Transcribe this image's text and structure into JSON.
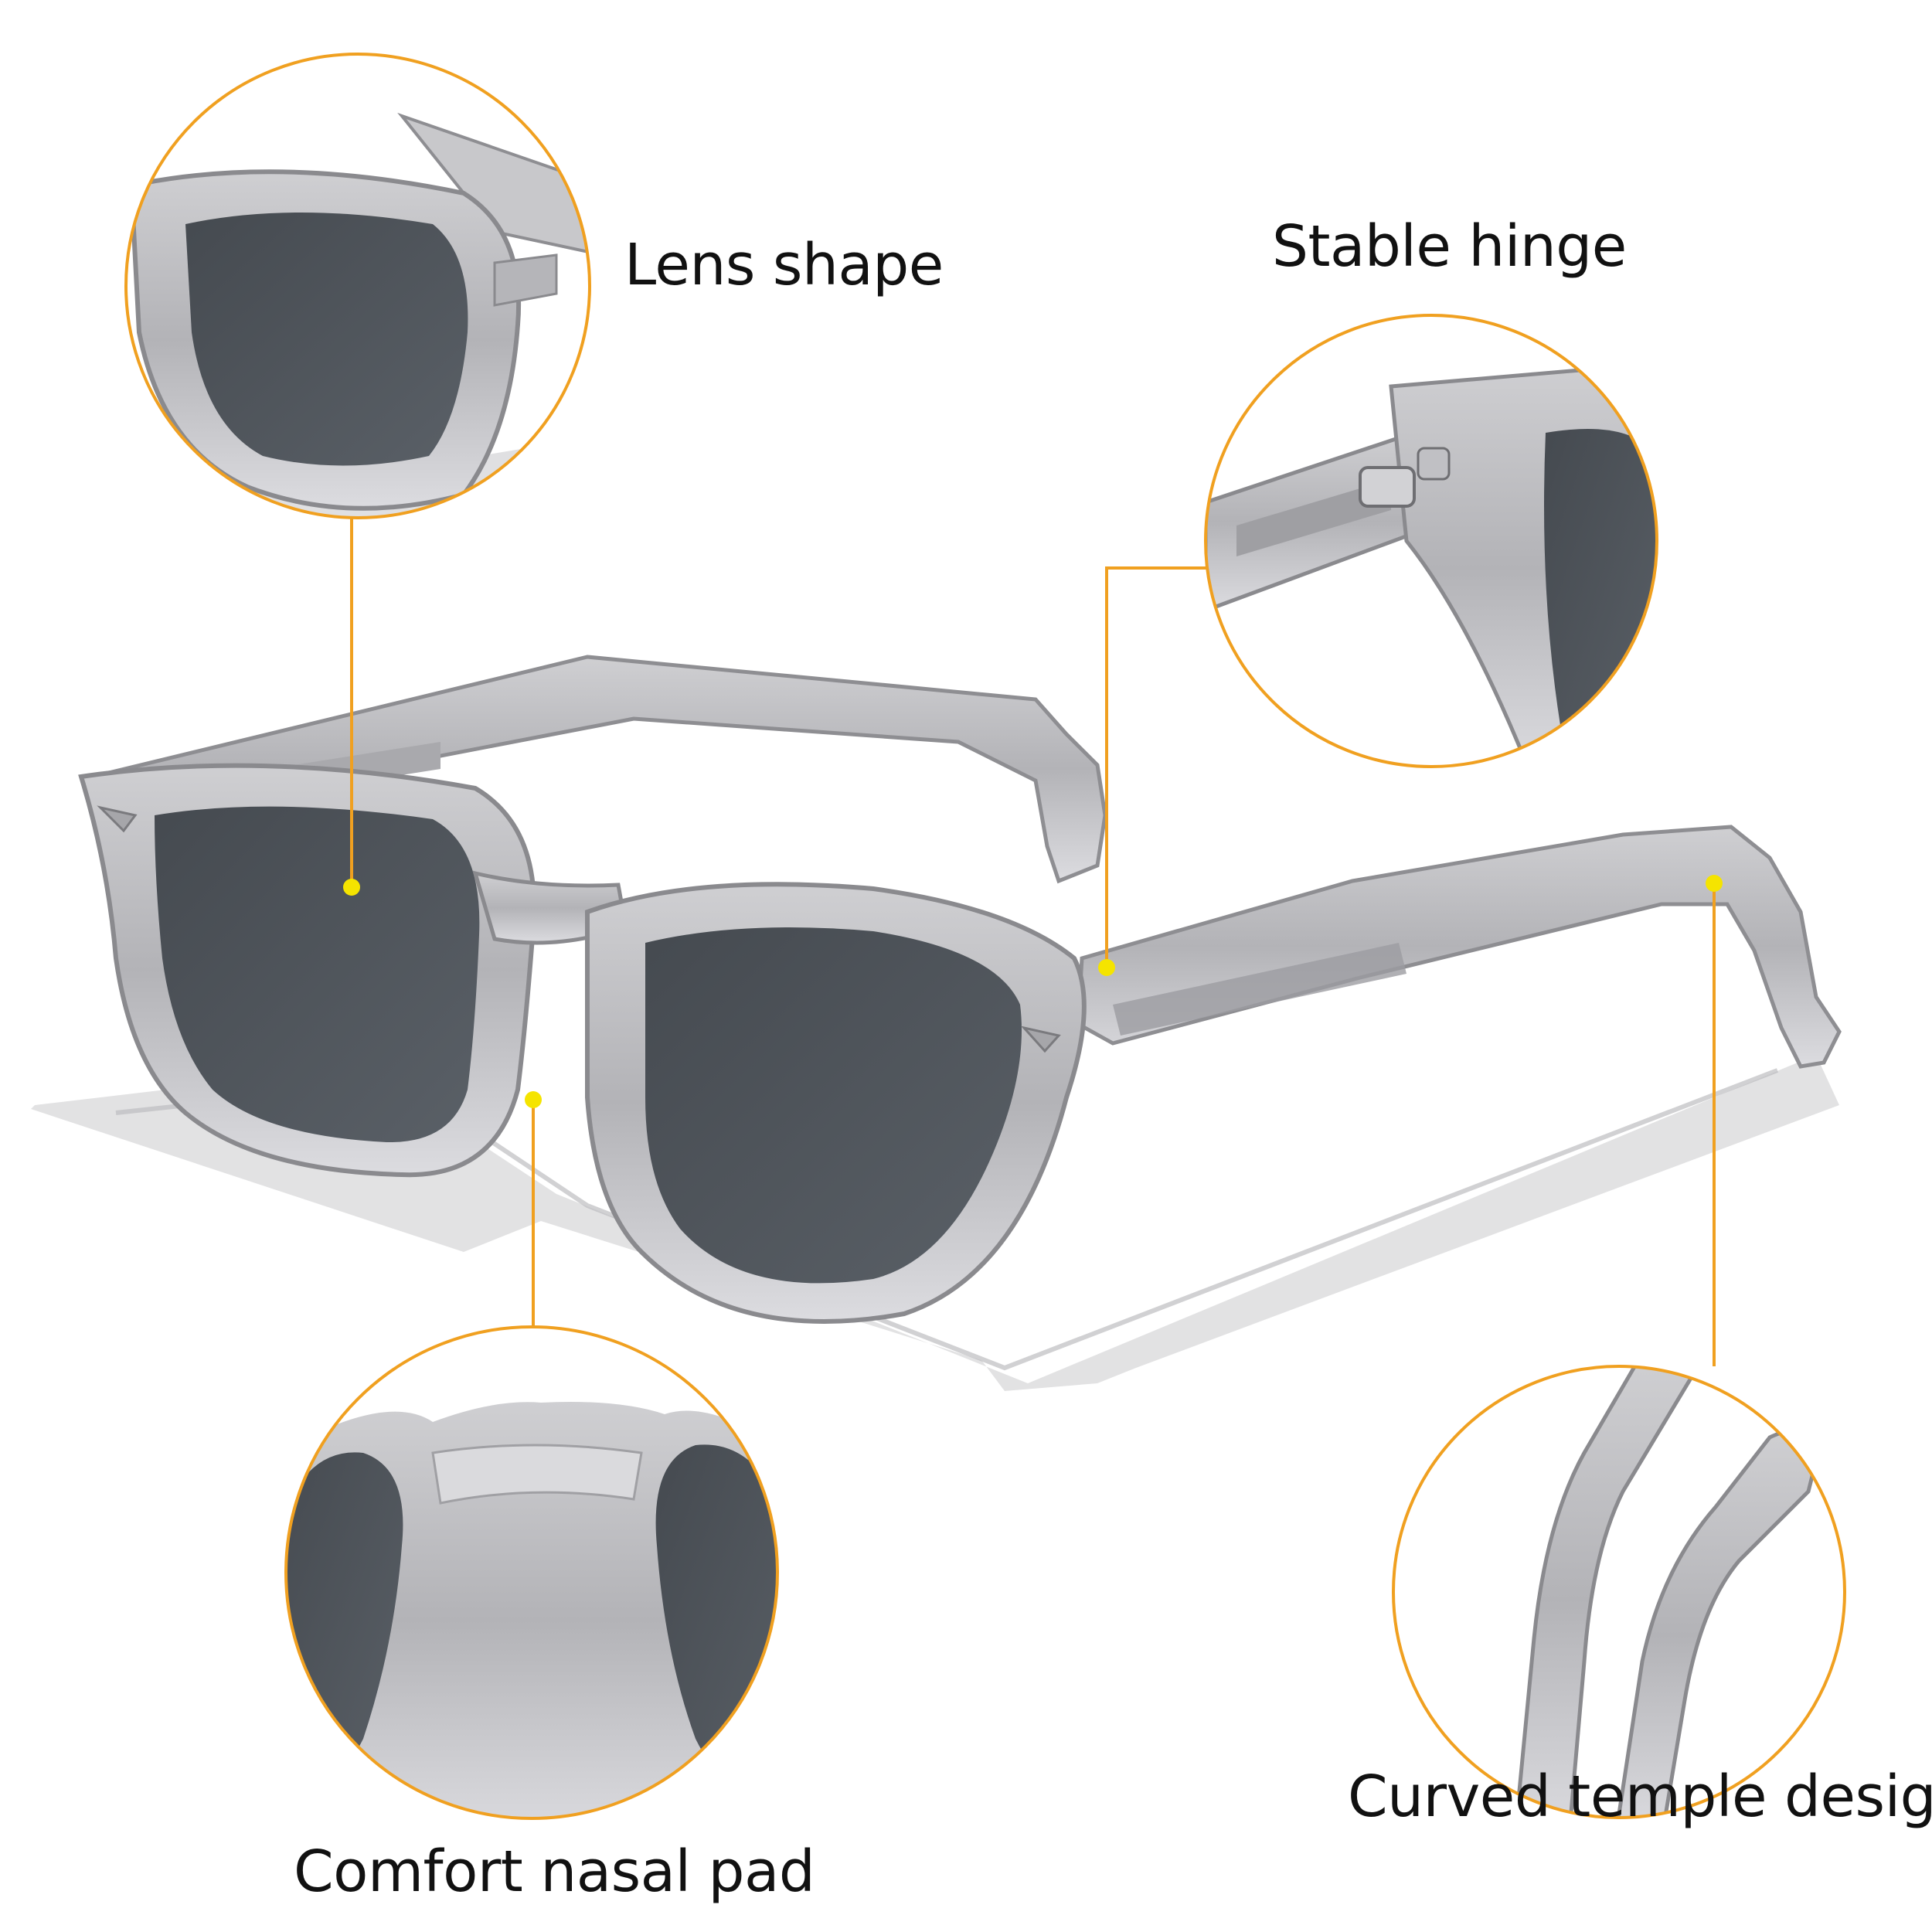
{
  "callouts": {
    "lens_shape": "Lens shape",
    "stable_hinge": "Stable hinge",
    "curved_temple": "Curved temple design",
    "nasal_pad": "Comfort nasal pad"
  },
  "colors": {
    "leader_line": "#F0A020",
    "marker_dot": "#F5E400",
    "frame": "#B9B9BC",
    "frame_shade": "#8E8E92",
    "lens": "#4F555B",
    "circle_border": "#F0A020",
    "label_text": "#111111"
  },
  "icons": {
    "product": "sunglasses-illustration",
    "marker": "marker-dot"
  }
}
